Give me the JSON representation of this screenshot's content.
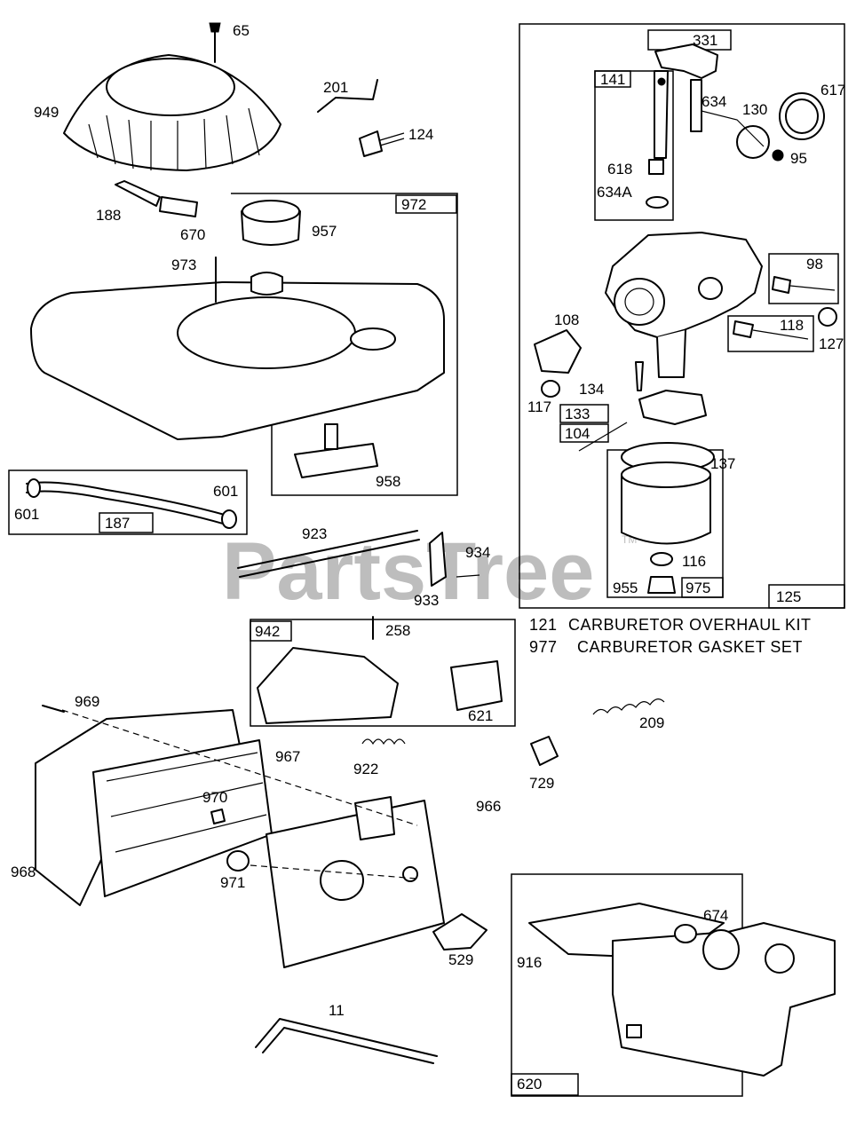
{
  "watermark": {
    "text": "PartsTree",
    "trademark": "TM"
  },
  "kits": [
    {
      "number": "121",
      "description": "CARBURETOR OVERHAUL KIT"
    },
    {
      "number": "977",
      "description": "CARBURETOR GASKET SET"
    }
  ],
  "group_labels": {
    "g331": "331",
    "g141": "141",
    "g98": "98",
    "g118": "118",
    "g133": "133",
    "g104": "104",
    "g975": "975",
    "g125": "125",
    "g972": "972",
    "g187": "187",
    "g942": "942",
    "g620": "620"
  },
  "part_labels": {
    "p65": "65",
    "p949": "949",
    "p201": "201",
    "p124": "124",
    "p188": "188",
    "p670": "670",
    "p957": "957",
    "p973": "973",
    "p958": "958",
    "p601a": "601",
    "p601b": "601",
    "p923": "923",
    "p934": "934",
    "p933": "933",
    "p258": "258",
    "p621": "621",
    "p922": "922",
    "p969": "969",
    "p967": "967",
    "p970": "970",
    "p966": "966",
    "p968": "968",
    "p971": "971",
    "p529": "529",
    "p11": "11",
    "p617": "617",
    "p634": "634",
    "p130": "130",
    "p95": "95",
    "p618": "618",
    "p634A": "634A",
    "p108": "108",
    "p127": "127",
    "p134": "134",
    "p117": "117",
    "p137": "137",
    "p116": "116",
    "p955": "955",
    "p209": "209",
    "p729": "729",
    "p674": "674",
    "p916": "916"
  }
}
